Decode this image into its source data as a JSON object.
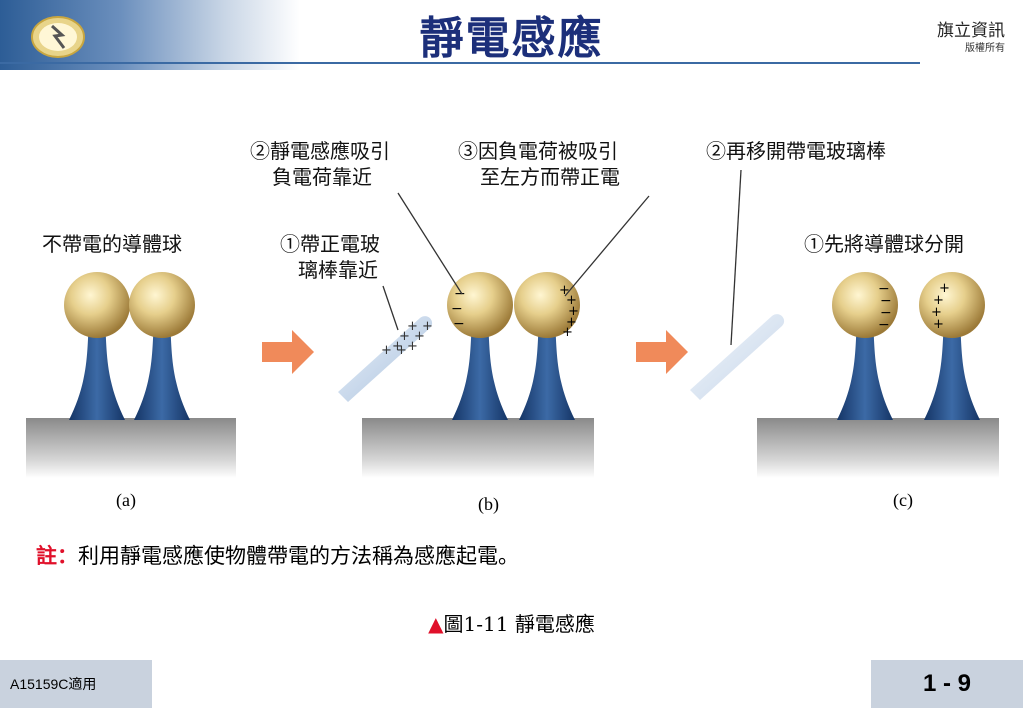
{
  "header": {
    "title": "靜電感應",
    "publisher": "旗立資訊",
    "copyright": "版權所有"
  },
  "labels": {
    "uncharged_sphere": "不帶電的導體球",
    "step_b1_line1": "①帶正電玻",
    "step_b1_line2": "璃棒靠近",
    "step_b2_line1": "②靜電感應吸引",
    "step_b2_line2": "負電荷靠近",
    "step_b3_line1": "③因負電荷被吸引",
    "step_b3_line2": "至左方而帶正電",
    "step_c2": "②再移開帶電玻璃棒",
    "step_c1": "①先將導體球分開"
  },
  "panels": [
    "(a)",
    "(b)",
    "(c)"
  ],
  "note": {
    "prefix": "註：",
    "text": "利用靜電感應使物體帶電的方法稱為感應起電。"
  },
  "figure": {
    "marker": "▲",
    "caption": "圖1-11  靜電感應"
  },
  "footer": {
    "course_code": "A15159C適用",
    "page": "1 - 9"
  },
  "colors": {
    "title": "#1c2f7a",
    "accent_red": "#e0102a",
    "stand_blue": "#1f3f73",
    "sphere_gold": "#d9bf7c",
    "arrow_orange": "#f08a5a",
    "base_gray": "#8f8f8f"
  }
}
